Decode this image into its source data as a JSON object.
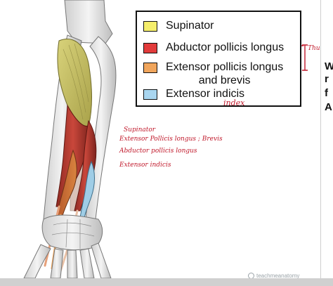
{
  "legend": {
    "items": [
      {
        "label": "Supinator",
        "color": "#f5ee6b"
      },
      {
        "label": "Abductor pollicis longus",
        "color": "#e23b3b"
      },
      {
        "label": "Extensor pollicis longus\nand brevis",
        "color": "#f0a55c"
      },
      {
        "label": "Extensor indicis",
        "color": "#a9d6f0"
      }
    ]
  },
  "side_text": [
    "W",
    "r",
    "f",
    "A"
  ],
  "annotations": {
    "bracket_note": "Thum",
    "index_note": "index",
    "list": [
      "Supinator",
      "Extensor Pollicis longus ; Brevis",
      "Abductor pollicis longus",
      "Extensor indicis"
    ]
  },
  "watermark": "teachmeanatomy"
}
